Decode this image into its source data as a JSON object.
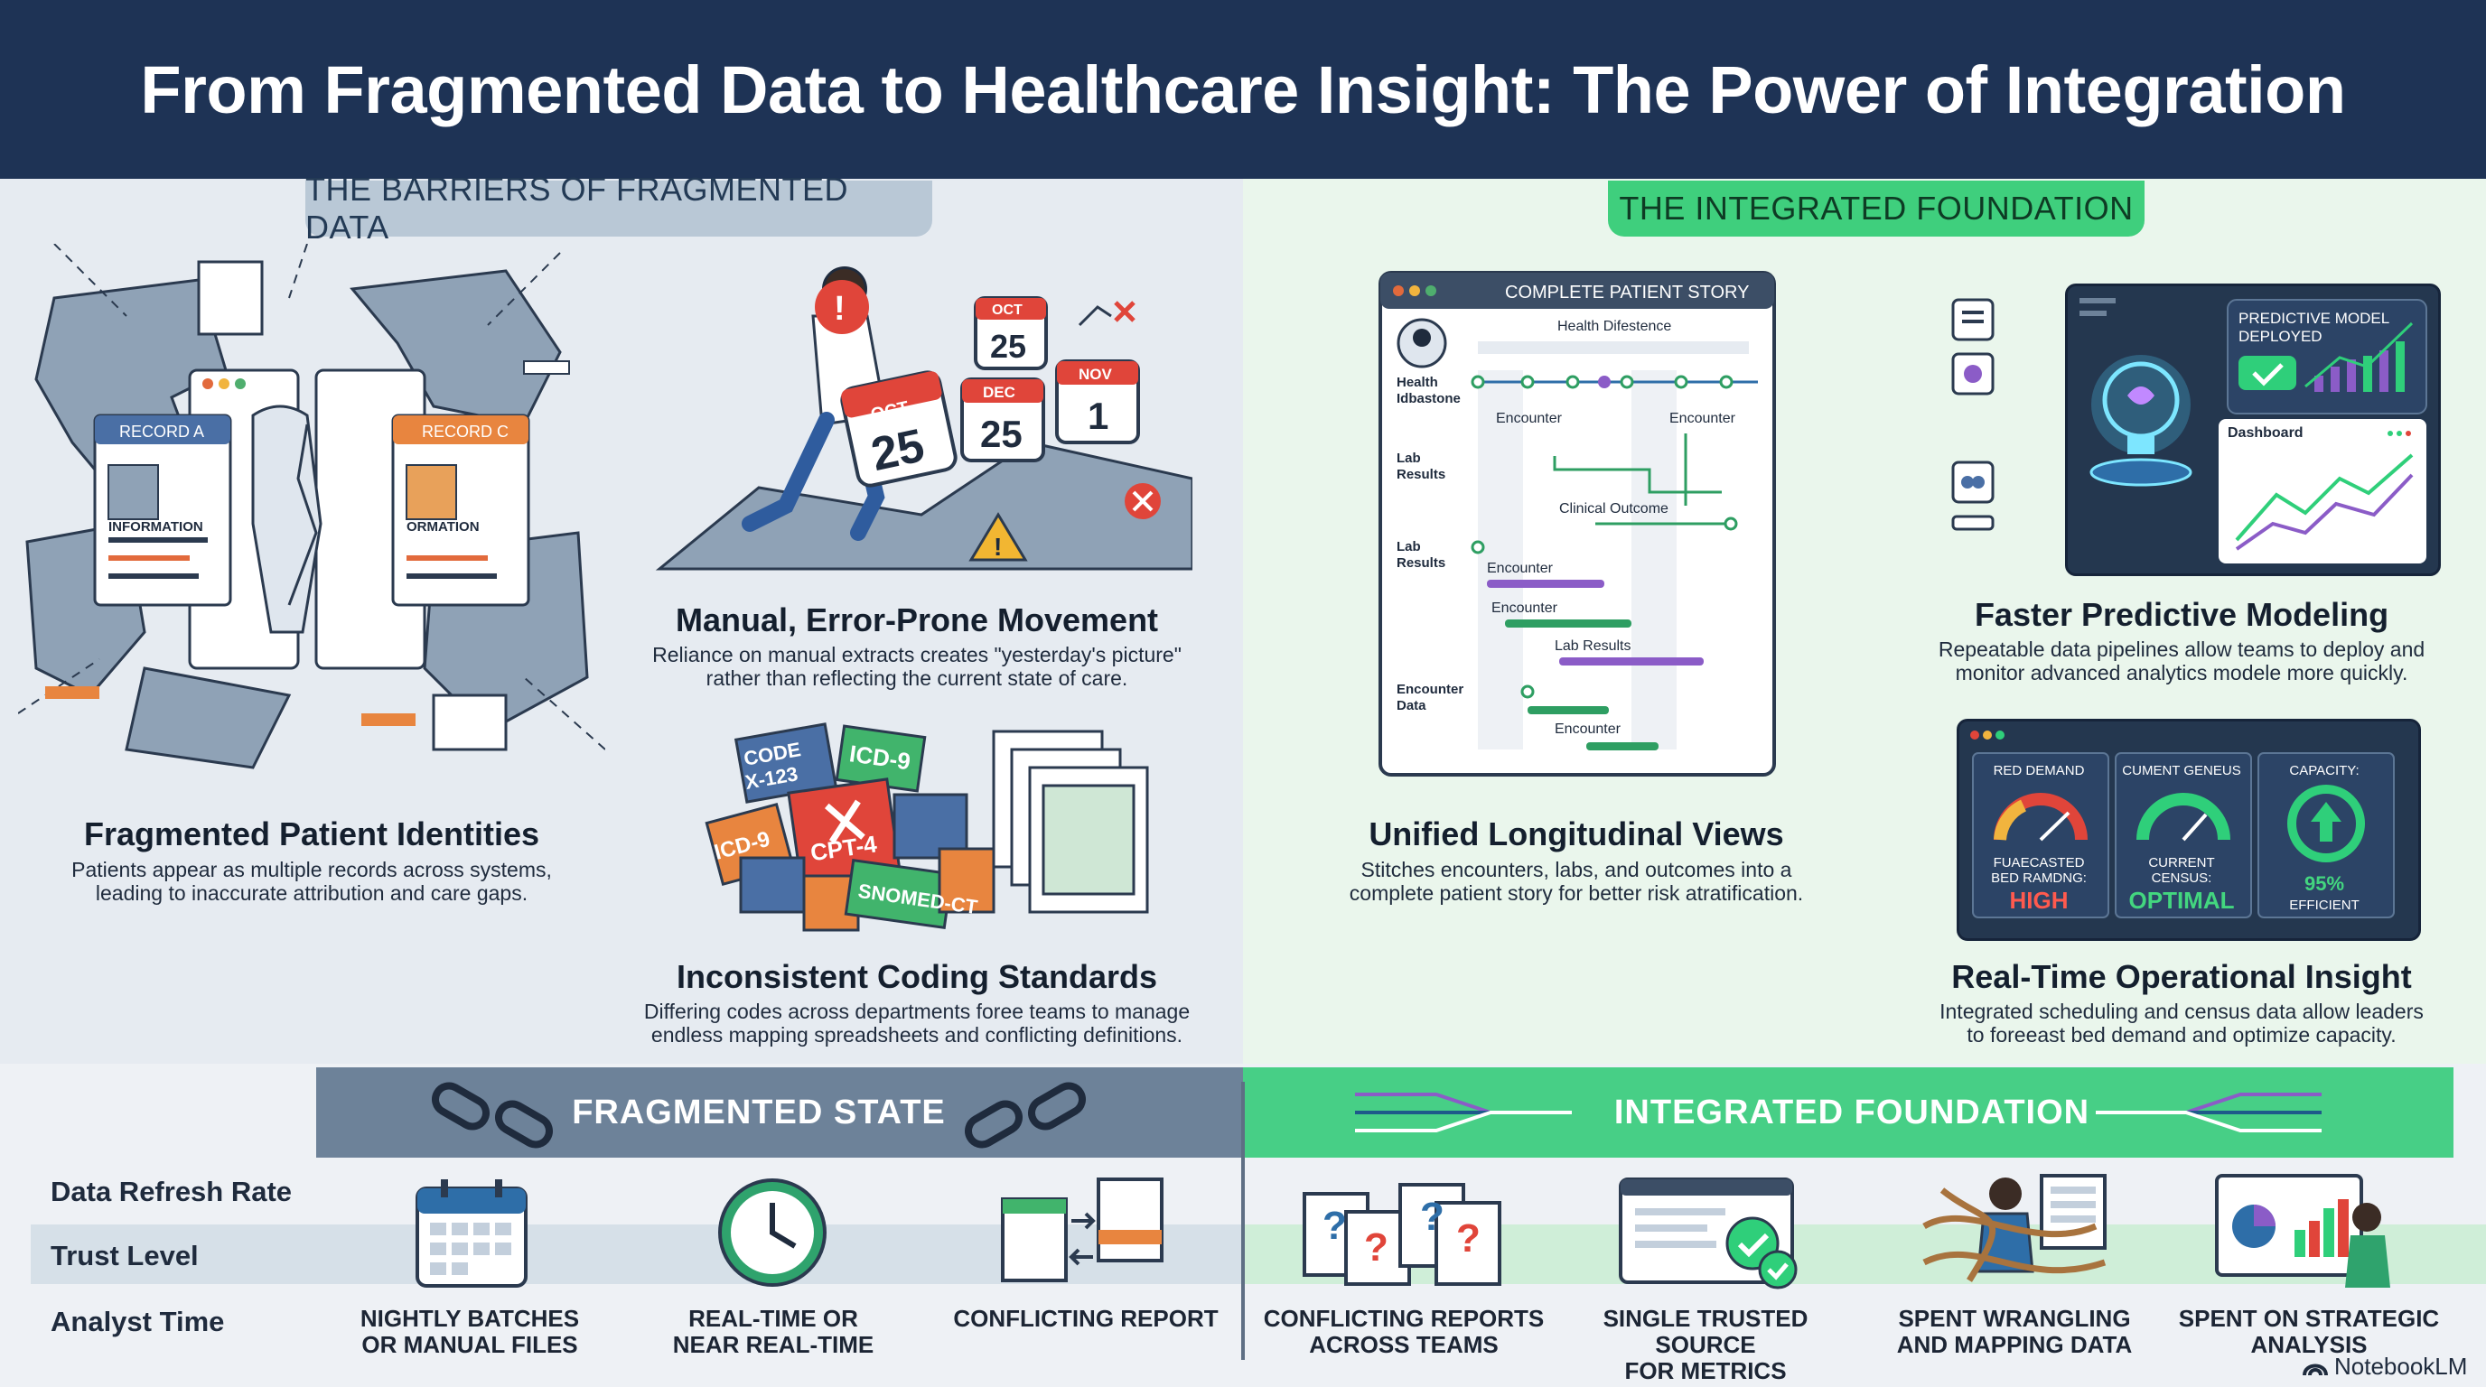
{
  "title": "From Fragmented Data to Healthcare Insight: The Power of Integration",
  "left_section_label": "THE BARRIERS OF FRAGMENTED DATA",
  "right_section_label": "THE INTEGRATED FOUNDATION",
  "barriers": [
    {
      "title": "Fragmented Patient Identities",
      "desc_line1": "Patients appear as multiple records across systems,",
      "desc_line2": "leading to inaccurate attribution and care gaps."
    },
    {
      "title": "Manual, Error-Prone Movement",
      "desc_line1": "Reliance on manual extracts creates \"yesterday's picture\"",
      "desc_line2": "rather than reflecting the current state of care."
    },
    {
      "title": "Inconsistent Coding Standards",
      "desc_line1": "Differing codes across departments foree teams to manage",
      "desc_line2": "endless mapping spreadsheets and conflicting definitions."
    }
  ],
  "foundation": [
    {
      "title": "Unified Longitudinal Views",
      "desc_line1": "Stitches encounters, labs, and outcomes into a",
      "desc_line2": "complete patient story for better risk atratification."
    },
    {
      "title": "Faster Predictive Modeling",
      "desc_line1": "Repeatable data pipelines allow teams to deploy and",
      "desc_line2": "monitor advanced analytics modele more quickly."
    },
    {
      "title": "Real-Time Operational Insight",
      "desc_line1": "Integrated scheduling and census data allow leaders",
      "desc_line2": "to foreeast bed demand and optimize capacity."
    }
  ],
  "records": {
    "a": "RECORD A",
    "c": "RECORD C",
    "info_a": "INFORMATION",
    "info_c": "ORMATION"
  },
  "calendars": {
    "m1": "OCT",
    "d1": "25",
    "m2": "OCT",
    "d2": "25",
    "m3": "DEC",
    "d3": "25",
    "m4": "NOV",
    "d4": "1"
  },
  "codes": {
    "c1": "CODE",
    "c1b": "X-123",
    "c2": "ICD-9",
    "c3": "ICD-9",
    "c4": "CPT-4",
    "c5": "SNOMED-CT"
  },
  "patient_story": {
    "window_title": "COMPLETE PATIENT STORY",
    "top_label": "Health Difestence",
    "row_label1": "Health",
    "row_label1b": "Idbastone",
    "enc1": "Encounter",
    "enc2": "Encounter",
    "lab1": "Lab",
    "lab1b": "Results",
    "outcome": "Clinical Outcome",
    "lab2": "Lab",
    "lab2b": "Results",
    "g_enc1": "Encounter",
    "g_enc2": "Encounter",
    "g_lab": "Lab Results",
    "enc_data": "Encounter",
    "enc_data_b": "Data",
    "g_enc3": "Encounter"
  },
  "predictive": {
    "badge_line1": "PREDICTIVE MODEL",
    "badge_line2": "DEPLOYED",
    "dashboard": "Dashboard"
  },
  "gauges": [
    {
      "top": "RED DEMAND",
      "sub1": "FUAECASTED",
      "sub2": "BED RAMDNG:",
      "value": "HIGH",
      "value_color": "#ff5a4e"
    },
    {
      "top": "CUMENT GENEUS",
      "sub1": "CURRENT",
      "sub2": "CENSUS:",
      "value": "OPTIMAL",
      "value_color": "#43d67f"
    },
    {
      "top": "CAPACITY:",
      "sub1": "95%",
      "sub2": "EFFICIENT",
      "value": "",
      "value_color": "#43d67f"
    }
  ],
  "bands": {
    "left": "FRAGMENTED STATE",
    "right": "INTEGRATED FOUNDATION"
  },
  "rows": [
    "Data Refresh Rate",
    "Trust Level",
    "Analyst Time"
  ],
  "comparisons": [
    {
      "line1": "NIGHTLY BATCHES",
      "line2": "OR MANUAL FILES"
    },
    {
      "line1": "REAL-TIME OR",
      "line2": "NEAR REAL-TIME"
    },
    {
      "line1": "CONFLICTING REPORT",
      "line2": ""
    },
    {
      "line1": "CONFLICTING REPORTS",
      "line2": "ACROSS TEAMS"
    },
    {
      "line1": "SINGLE TRUSTED SOURCE",
      "line2": "FOR METRICS"
    },
    {
      "line1": "SPENT WRANGLING",
      "line2": "AND MAPPING DATA"
    },
    {
      "line1": "SPENT ON STRATEGIC",
      "line2": "ANALYSIS"
    }
  ],
  "brand": "NotebookLM"
}
